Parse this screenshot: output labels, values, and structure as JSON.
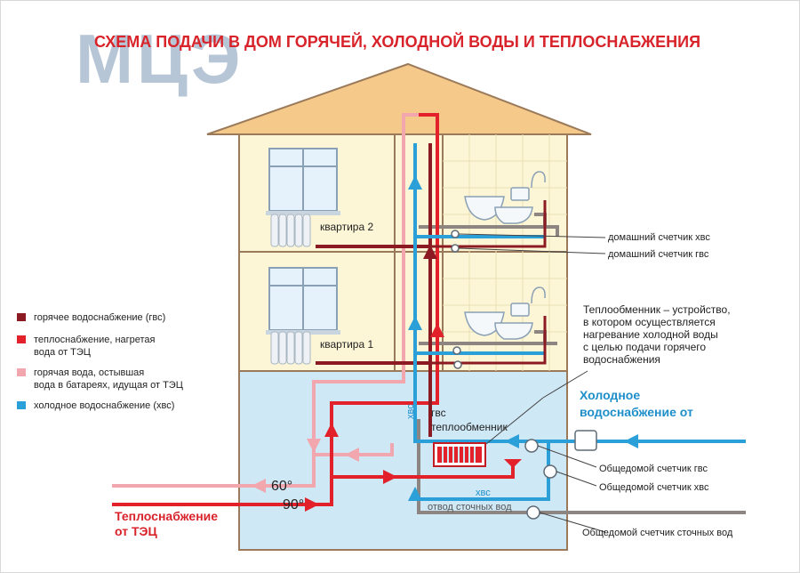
{
  "watermark": "МЦЭ",
  "title": "СХЕМА ПОДАЧИ В ДОМ ГОРЯЧЕЙ, ХОЛОДНОЙ ВОДЫ И ТЕПЛОСНАБЖЕНИЯ",
  "colors": {
    "title": "#d8232a",
    "hot_water": "#8b1a22",
    "heating_supply": "#e2212b",
    "heating_return": "#f2a6ae",
    "cold_water": "#2a9fd8",
    "sewage": "#8c8581",
    "wall_fill": "#fdf6d6",
    "basement_fill": "#cfe8f6",
    "roof": "#f4c98a",
    "accent_text": "#1f8fca"
  },
  "legend": [
    {
      "key": "hot_water",
      "text": [
        "горячее водоснабжение (гвс)"
      ]
    },
    {
      "key": "heating_supply",
      "text": [
        "теплоснабжение, нагретая",
        "вода от ТЭЦ"
      ]
    },
    {
      "key": "heating_return",
      "text": [
        "горячая вода, остывшая",
        "вода в батареях, идущая от ТЭЦ"
      ]
    },
    {
      "key": "cold_water",
      "text": [
        "холодное водоснабжение (хвс)"
      ]
    }
  ],
  "apartments": {
    "apt2": "квартира 2",
    "apt1": "квартира 1"
  },
  "meters": {
    "home_cold": "домашний счетчик хвс",
    "home_hot": "домашний счетчик гвс",
    "building_hot": "Общедомой счетчик гвс",
    "building_cold": "Общедомой счетчик хвс",
    "building_sewage": "Общедомой счетчик сточных вод"
  },
  "heat_exchanger_note": [
    "Теплообменник – устройство,",
    "в котором осуществляется",
    "нагревание холодной воды",
    "с целью подачи горячего",
    "водоснабжения"
  ],
  "cold_supply_label": [
    "Холодное",
    "водоснабжение от"
  ],
  "heat_supply_label": [
    "Теплоснабжение",
    "от ТЭЦ"
  ],
  "temps": {
    "return": "60°",
    "supply": "90°"
  },
  "pipe_labels": {
    "gvs": "гвс",
    "exchanger": "теплообменник",
    "hvs_vertical": "хвс",
    "hvs_horizontal": "хвс",
    "sewage": "отвод сточных вод"
  }
}
